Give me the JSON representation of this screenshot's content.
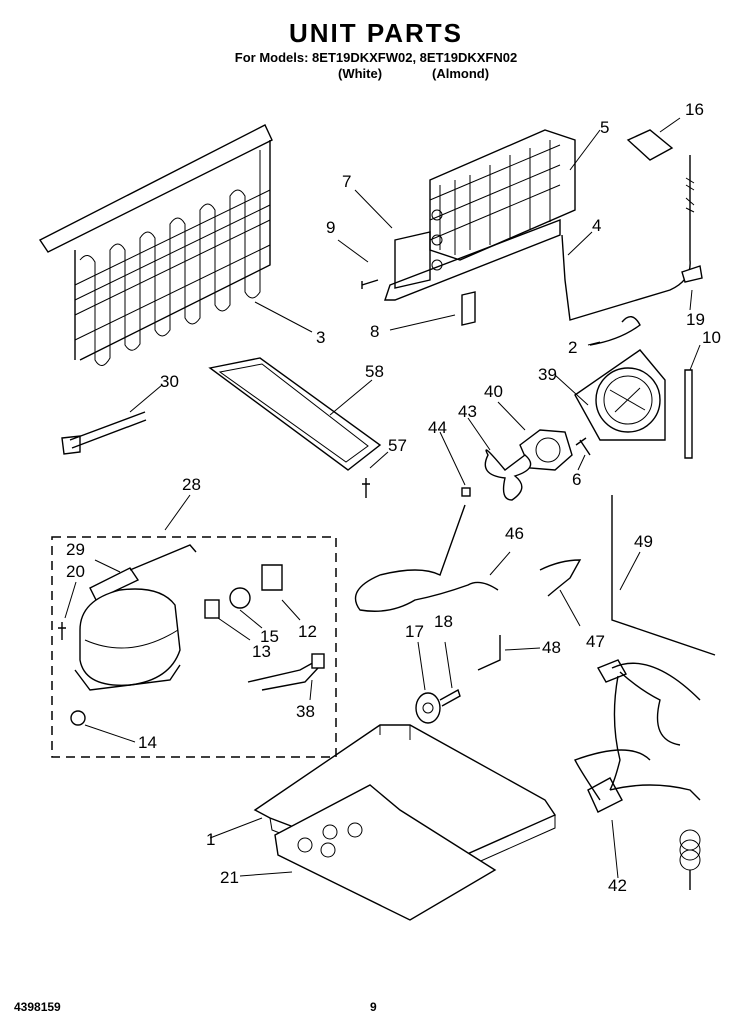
{
  "title": "UNIT PARTS",
  "models": "For Models: 8ET19DKXFW02, 8ET19DKXFN02",
  "color_white": "(White)",
  "color_almond": "(Almond)",
  "footer_left": "4398159",
  "footer_page": "9",
  "parts": {
    "p1": "1",
    "p2": "2",
    "p3": "3",
    "p4": "4",
    "p5": "5",
    "p6": "6",
    "p7": "7",
    "p8": "8",
    "p9": "9",
    "p10": "10",
    "p12": "12",
    "p13": "13",
    "p14": "14",
    "p15": "15",
    "p16": "16",
    "p17": "17",
    "p18": "18",
    "p19": "19",
    "p20": "20",
    "p21": "21",
    "p28": "28",
    "p29": "29",
    "p30": "30",
    "p38": "38",
    "p39": "39",
    "p40": "40",
    "p42": "42",
    "p43": "43",
    "p44": "44",
    "p46": "46",
    "p47": "47",
    "p48": "48",
    "p49": "49",
    "p57": "57",
    "p58": "58"
  }
}
